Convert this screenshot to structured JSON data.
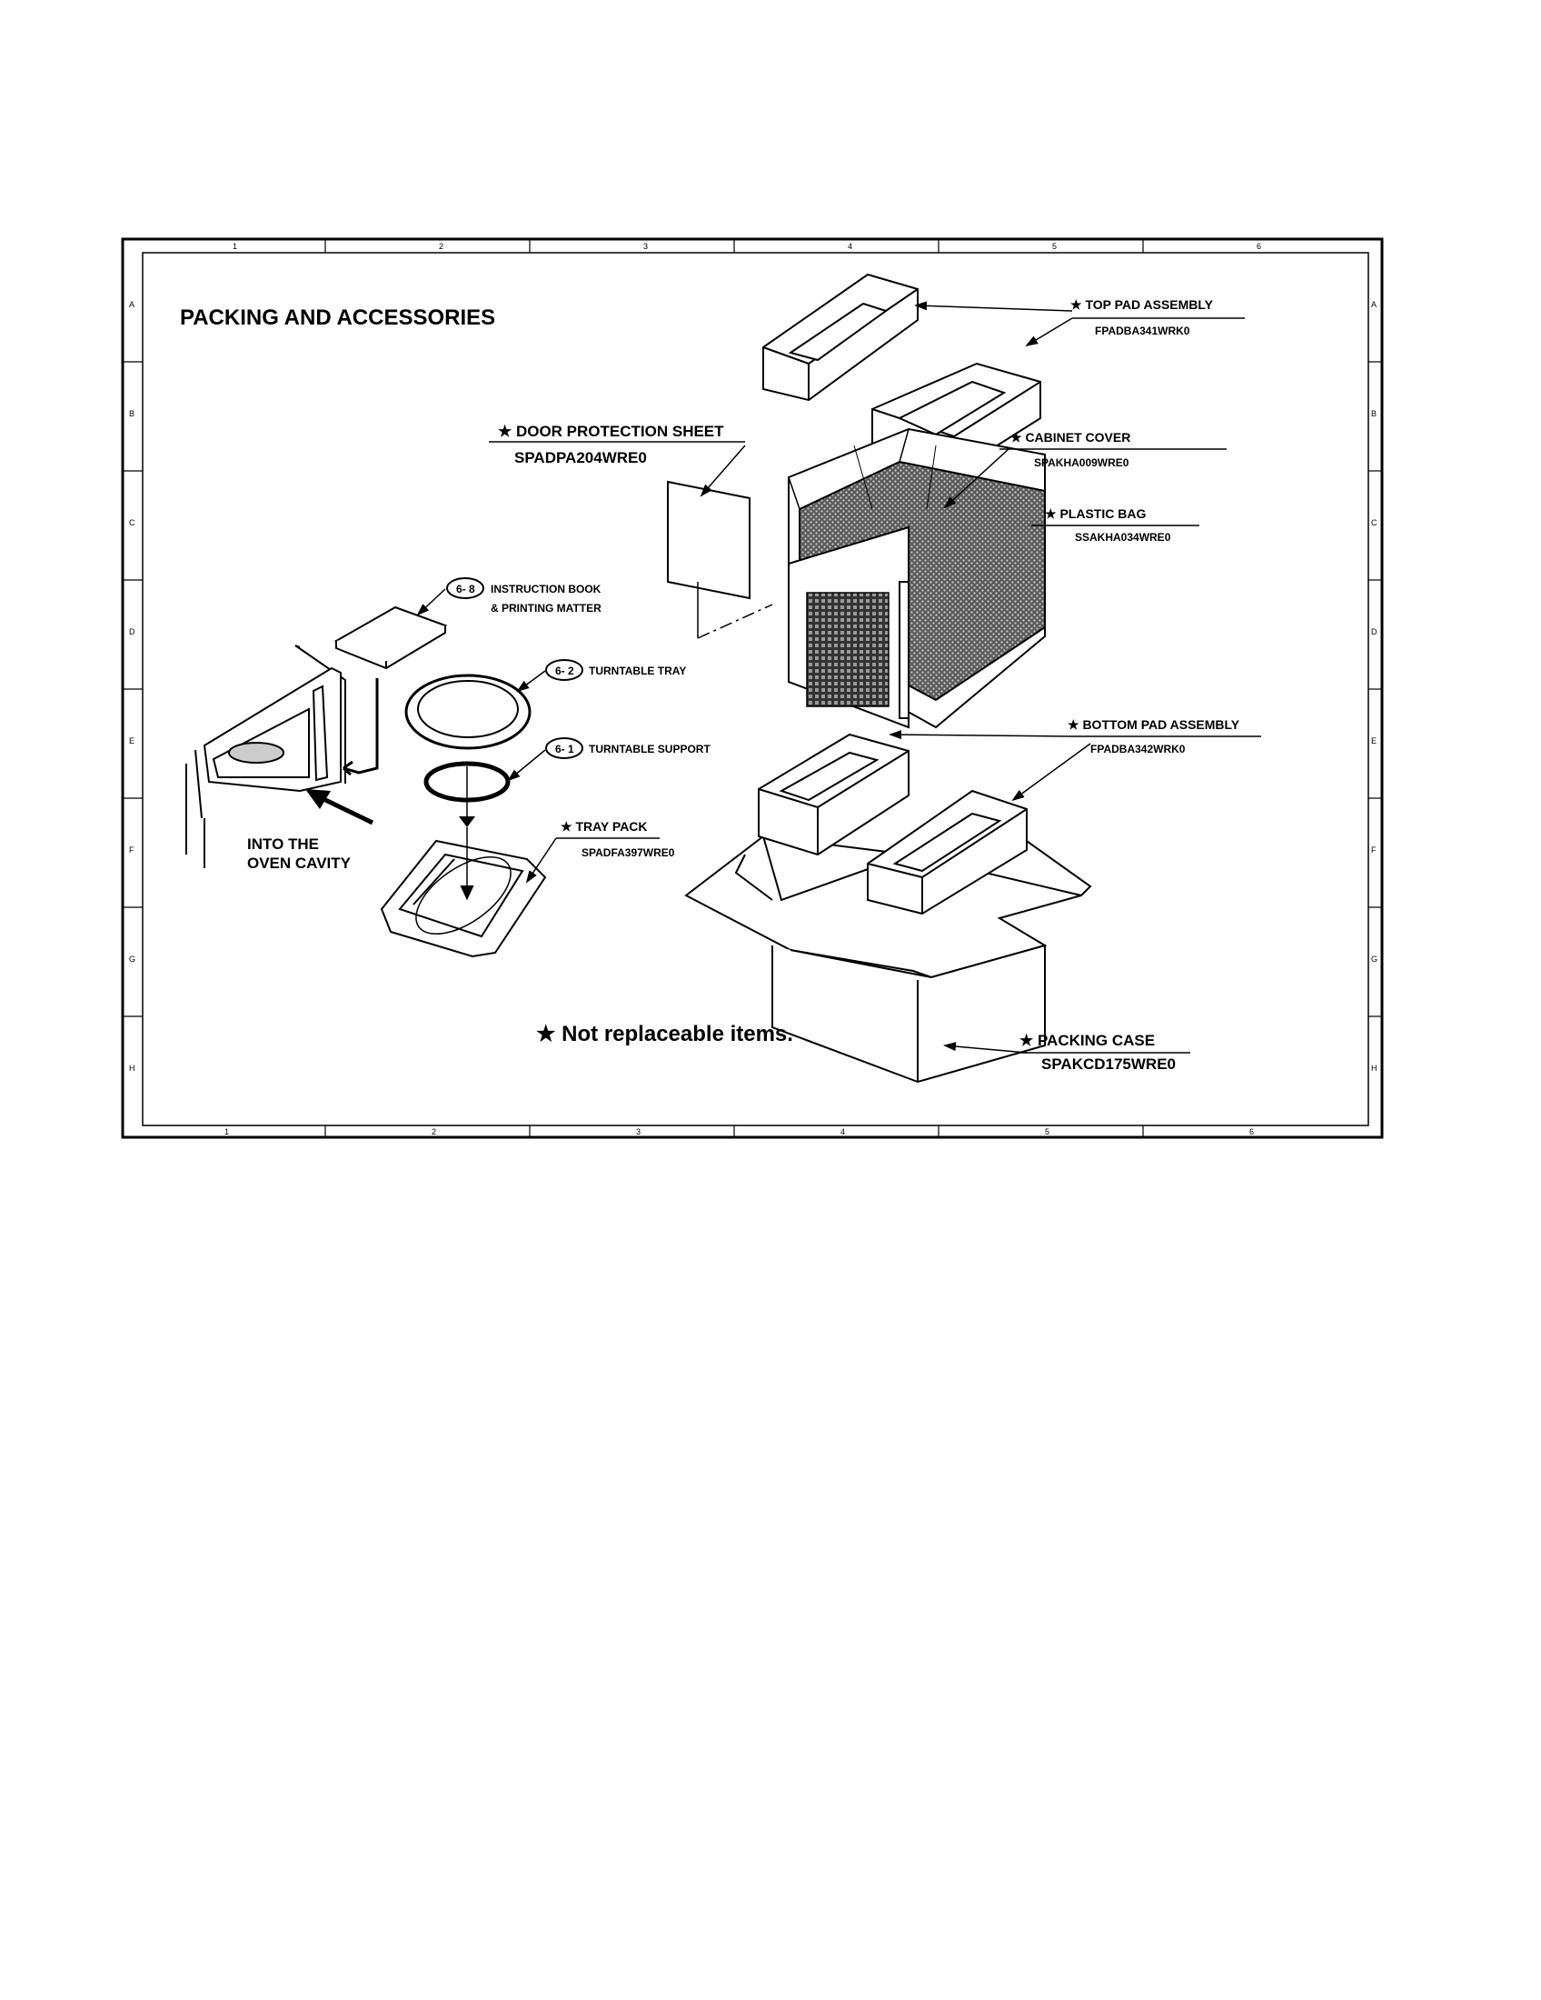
{
  "title": "PACKING AND ACCESSORIES",
  "footnote": "★ Not replaceable items.",
  "frame": {
    "col_marks": [
      "1",
      "2",
      "3",
      "4",
      "5",
      "6"
    ],
    "row_marks": [
      "A",
      "B",
      "C",
      "D",
      "E",
      "F",
      "G",
      "H"
    ]
  },
  "parts": {
    "top_pad": {
      "name": "★ TOP PAD ASSEMBLY",
      "code": "FPADBA341WRK0"
    },
    "cabinet_cover": {
      "name": "★ CABINET COVER",
      "code": "SPAKHA009WRE0"
    },
    "plastic_bag": {
      "name": "★ PLASTIC BAG",
      "code": "SSAKHA034WRE0"
    },
    "door_sheet": {
      "name": "★ DOOR PROTECTION SHEET",
      "code": "SPADPA204WRE0"
    },
    "instruction_book": {
      "ref": "6- 8",
      "name_line1": "INSTRUCTION BOOK",
      "name_line2": "& PRINTING MATTER"
    },
    "turntable_tray": {
      "ref": "6- 2",
      "name": "TURNTABLE TRAY"
    },
    "turntable_support": {
      "ref": "6- 1",
      "name": "TURNTABLE SUPPORT"
    },
    "tray_pack": {
      "name": "★ TRAY PACK",
      "code": "SPADFA397WRE0"
    },
    "bottom_pad": {
      "name": "★ BOTTOM PAD ASSEMBLY",
      "code": "FPADBA342WRK0"
    },
    "packing_case": {
      "name": "★ PACKING CASE",
      "code": "SPAKCD175WRE0"
    }
  },
  "oven_note": {
    "line1": "INTO THE",
    "line2": "OVEN CAVITY"
  }
}
